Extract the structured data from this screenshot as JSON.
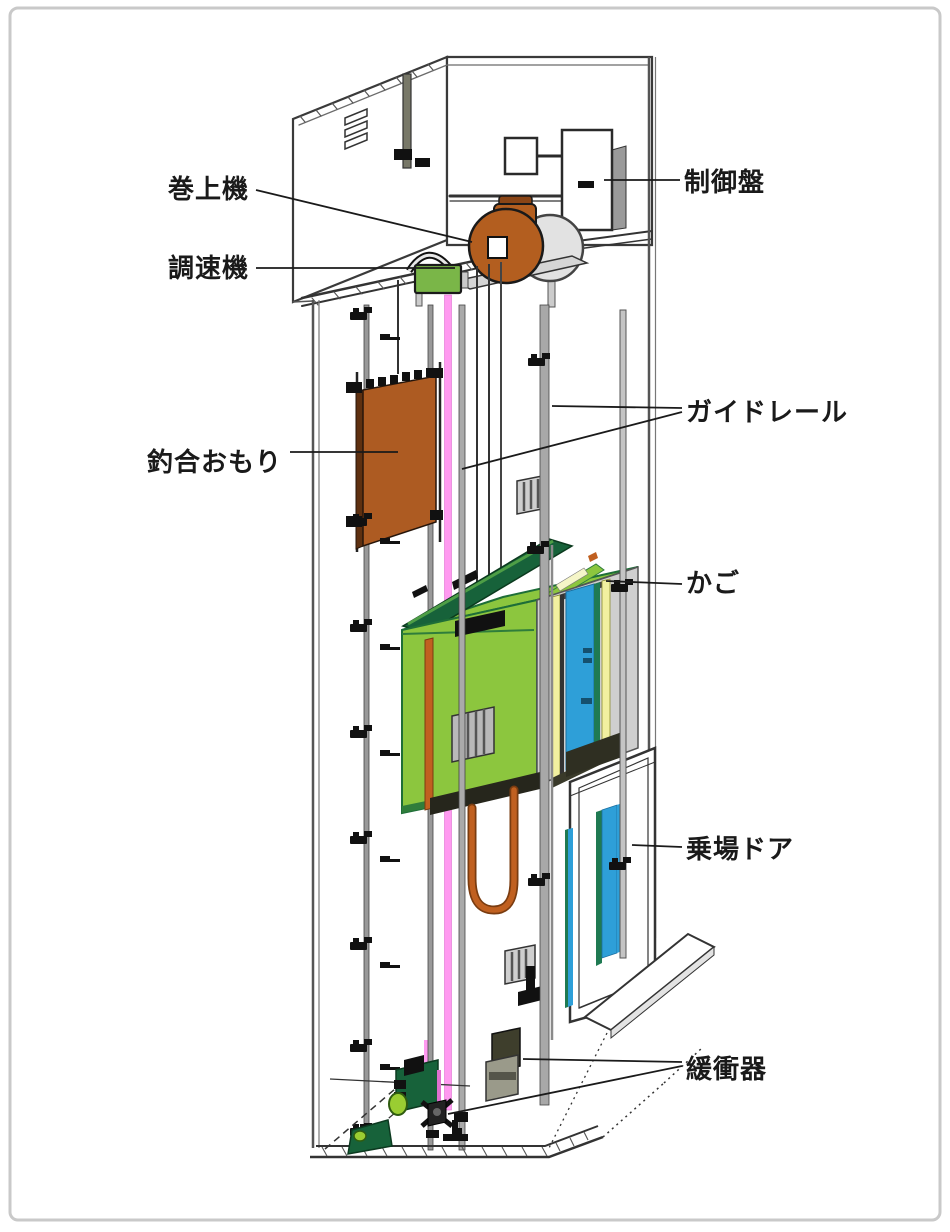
{
  "diagram": {
    "kind": "elevator-structure-isometric-cutaway",
    "labels": {
      "hoisting_machine": "巻上機",
      "governor": "調速機",
      "control_panel": "制御盤",
      "counterweight": "釣合おもり",
      "guide_rail": "ガイドレール",
      "car": "かご",
      "landing_door": "乗場ドア",
      "buffer": "緩衝器"
    },
    "colors": {
      "machine_orange": "#b35e1f",
      "machine_orange_dark": "#8a4516",
      "car_green": "#8cc63e",
      "dark_green": "#17623a",
      "governor_green": "#7ab648",
      "counterweight_brown": "#ad5b22",
      "door_blue": "#2e9fd8",
      "door_teal": "#1f7a52",
      "jamb_yellow": "#f2f0a0",
      "governor_rope_pink": "#ff9af0",
      "travelling_cable_orange": "#c06020",
      "line_dark": "#1a1a1a",
      "rail_gray": "#a8a8a8",
      "frame_border_gray": "#c9c9c9"
    }
  }
}
